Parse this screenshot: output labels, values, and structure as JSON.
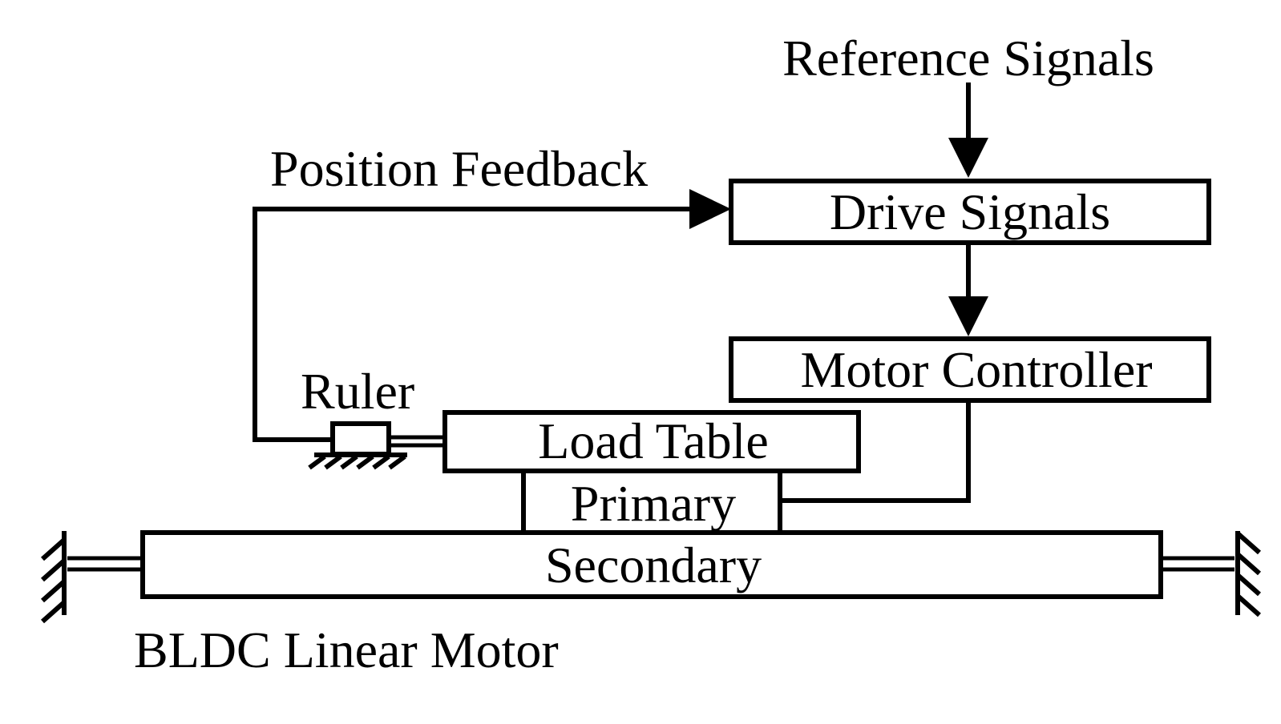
{
  "labels": {
    "reference_signals": "Reference Signals",
    "position_feedback": "Position Feedback",
    "drive_signals": "Drive Signals",
    "motor_controller": "Motor Controller",
    "ruler": "Ruler",
    "load_table": "Load Table",
    "primary": "Primary",
    "secondary": "Secondary",
    "bldc_linear_motor": "BLDC Linear Motor"
  }
}
